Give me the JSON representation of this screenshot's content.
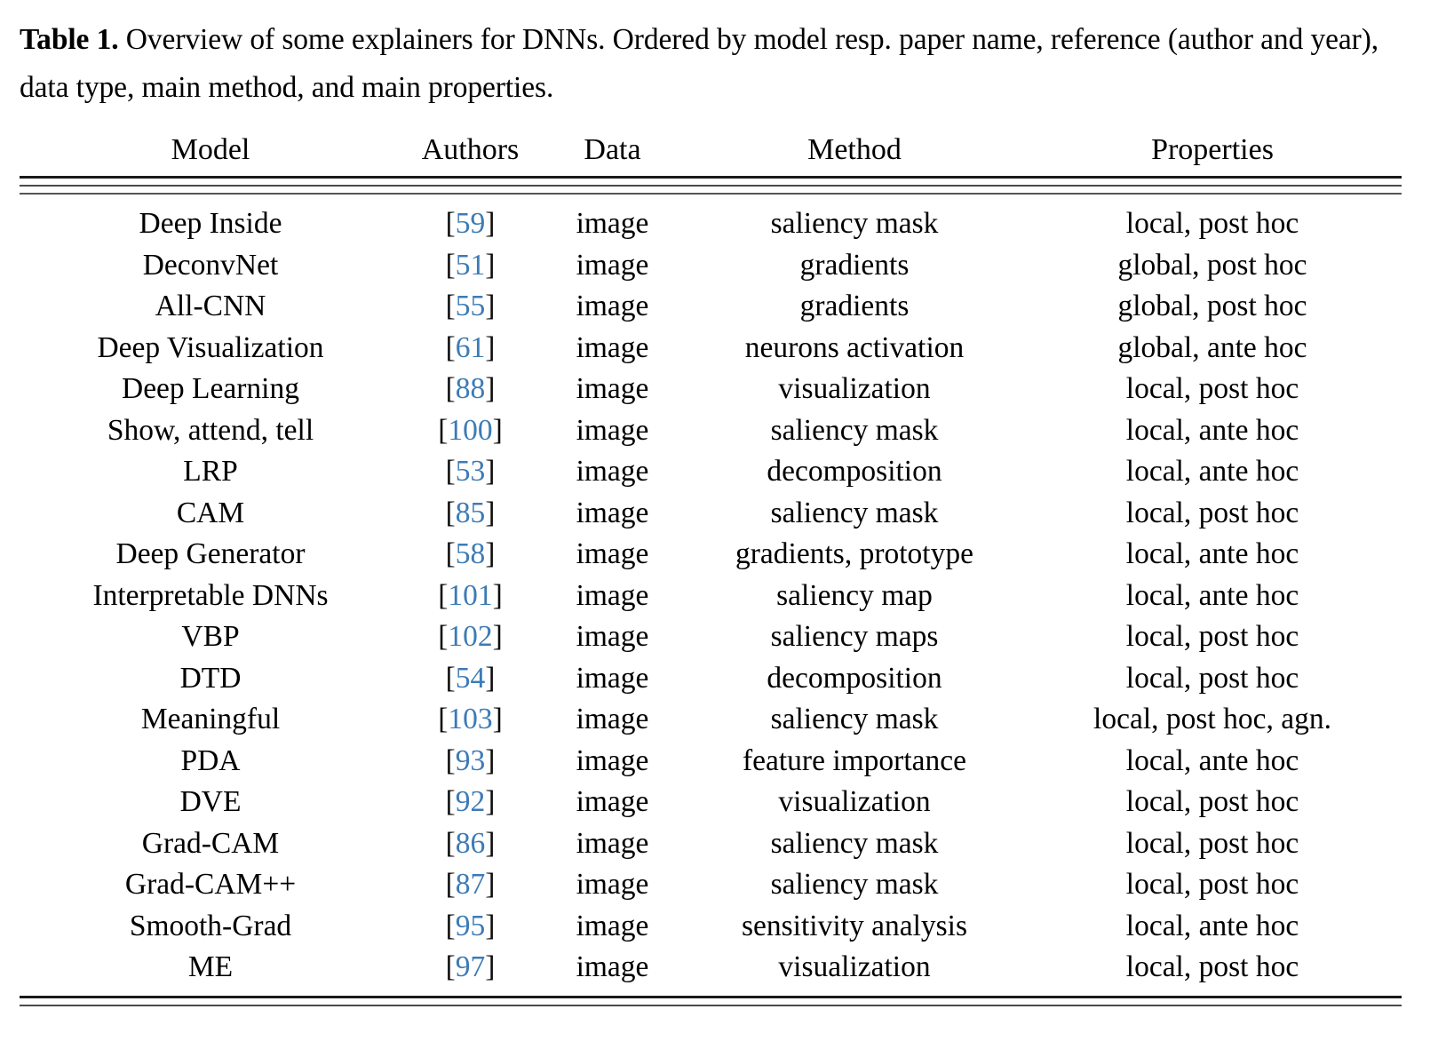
{
  "caption": {
    "label": "Table 1.",
    "text": " Overview of some explainers for DNNs. Ordered by model resp. paper name, reference (author and year), data type, main method, and main properties."
  },
  "colors": {
    "citation_blue": "#3c7bb6",
    "rule_black": "#1a1a1a",
    "text_black": "#000000",
    "page_background": "#ffffff"
  },
  "table": {
    "columns": [
      "Model",
      "Authors",
      "Data",
      "Method",
      "Properties"
    ],
    "rows": [
      {
        "model": "Deep Inside",
        "authors": "59",
        "data": "image",
        "method": "saliency mask",
        "properties": "local, post hoc"
      },
      {
        "model": "DeconvNet",
        "authors": "51",
        "data": "image",
        "method": "gradients",
        "properties": "global, post hoc"
      },
      {
        "model": "All-CNN",
        "authors": "55",
        "data": "image",
        "method": "gradients",
        "properties": "global, post hoc"
      },
      {
        "model": "Deep Visualization",
        "authors": "61",
        "data": "image",
        "method": "neurons activation",
        "properties": "global, ante hoc"
      },
      {
        "model": "Deep Learning",
        "authors": "88",
        "data": "image",
        "method": "visualization",
        "properties": "local, post hoc"
      },
      {
        "model": "Show, attend, tell",
        "authors": "100",
        "data": "image",
        "method": "saliency mask",
        "properties": "local, ante hoc"
      },
      {
        "model": "LRP",
        "authors": "53",
        "data": "image",
        "method": "decomposition",
        "properties": "local, ante hoc"
      },
      {
        "model": "CAM",
        "authors": "85",
        "data": "image",
        "method": "saliency mask",
        "properties": "local, post hoc"
      },
      {
        "model": "Deep Generator",
        "authors": "58",
        "data": "image",
        "method": "gradients, prototype",
        "properties": "local, ante hoc"
      },
      {
        "model": "Interpretable DNNs",
        "authors": "101",
        "data": "image",
        "method": "saliency map",
        "properties": "local, ante hoc"
      },
      {
        "model": "VBP",
        "authors": "102",
        "data": "image",
        "method": "saliency maps",
        "properties": "local, post hoc"
      },
      {
        "model": "DTD",
        "authors": "54",
        "data": "image",
        "method": "decomposition",
        "properties": "local, post hoc"
      },
      {
        "model": "Meaningful",
        "authors": "103",
        "data": "image",
        "method": "saliency mask",
        "properties": "local, post hoc, agn."
      },
      {
        "model": "PDA",
        "authors": "93",
        "data": "image",
        "method": "feature importance",
        "properties": "local, ante hoc"
      },
      {
        "model": "DVE",
        "authors": "92",
        "data": "image",
        "method": "visualization",
        "properties": "local, post hoc"
      },
      {
        "model": "Grad-CAM",
        "authors": "86",
        "data": "image",
        "method": "saliency mask",
        "properties": "local, post hoc"
      },
      {
        "model": "Grad-CAM++",
        "authors": "87",
        "data": "image",
        "method": "saliency mask",
        "properties": "local, post hoc"
      },
      {
        "model": "Smooth-Grad",
        "authors": "95",
        "data": "image",
        "method": "sensitivity analysis",
        "properties": "local, ante hoc"
      },
      {
        "model": "ME",
        "authors": "97",
        "data": "image",
        "method": "visualization",
        "properties": "local, post hoc"
      }
    ]
  }
}
